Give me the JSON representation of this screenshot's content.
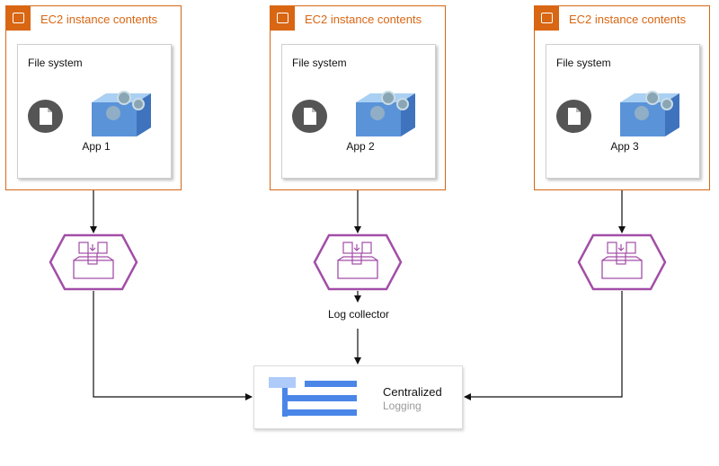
{
  "diagram": {
    "instances": [
      {
        "title": "EC2 instance contents",
        "filesystem": "File system",
        "app": "App 1"
      },
      {
        "title": "EC2 instance contents",
        "filesystem": "File system",
        "app": "App 2"
      },
      {
        "title": "EC2 instance contents",
        "filesystem": "File system",
        "app": "App 3"
      }
    ],
    "collector_label": "Log collector",
    "logging": {
      "line1": "Centralized",
      "line2": "Logging"
    }
  },
  "colors": {
    "ec2_orange": "#d86613",
    "collector_purple": "#a24ea7",
    "logging_blue": "#4a86e8",
    "logging_light_blue": "#aecbfa"
  }
}
